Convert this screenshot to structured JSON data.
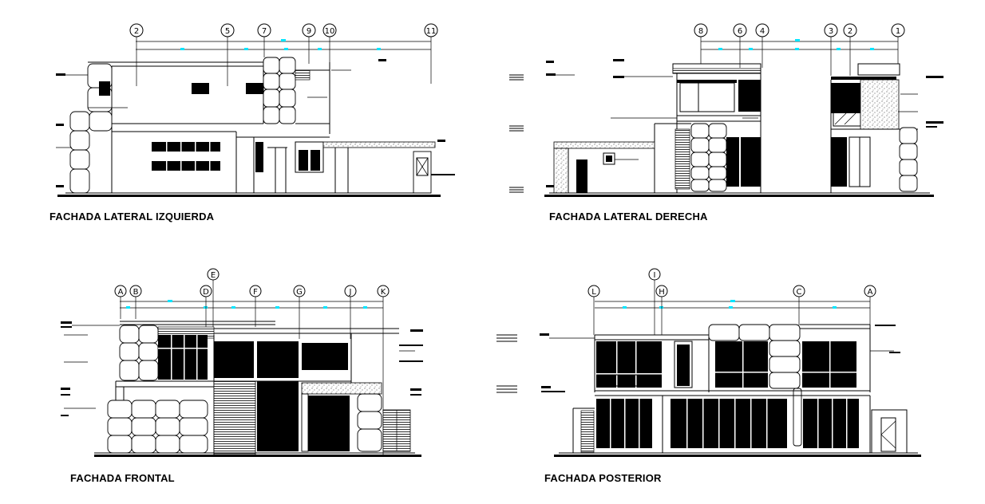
{
  "drawings": [
    {
      "id": "left",
      "title": "FACHADA LATERAL IZQUIERDA",
      "axes": [
        "2",
        "5",
        "7",
        "9",
        "10",
        "11"
      ]
    },
    {
      "id": "right",
      "title": "FACHADA LATERAL DERECHA",
      "axes": [
        "8",
        "6",
        "4",
        "3",
        "2",
        "1"
      ]
    },
    {
      "id": "front",
      "title": "FACHADA FRONTAL",
      "axes": [
        "A",
        "B",
        "E",
        "D",
        "F",
        "G",
        "J",
        "K"
      ]
    },
    {
      "id": "rear",
      "title": "FACHADA POSTERIOR",
      "axes": [
        "L",
        "I",
        "H",
        "C",
        "A"
      ]
    }
  ]
}
